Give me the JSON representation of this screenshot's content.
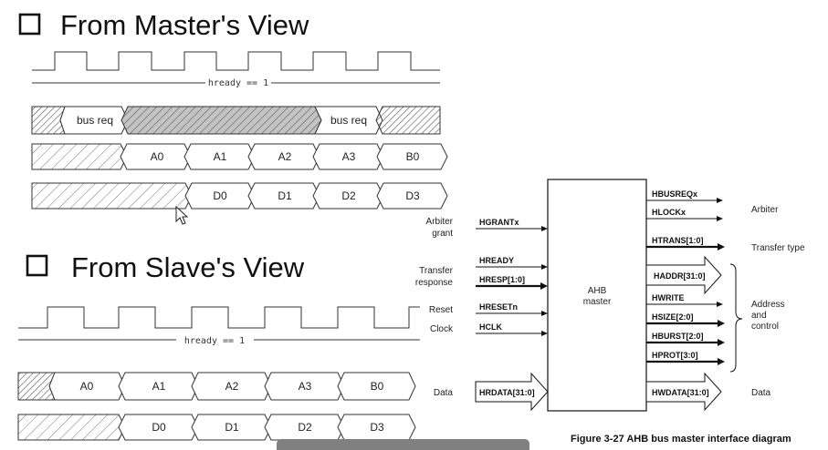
{
  "master_section": {
    "heading": "From Master's View",
    "hready_label": "hready == 1",
    "arb_lane": [
      "bus req",
      "bus req"
    ],
    "addr_lane": [
      "A0",
      "A1",
      "A2",
      "A3",
      "B0"
    ],
    "data_lane": [
      "D0",
      "D1",
      "D2",
      "D3"
    ]
  },
  "slave_section": {
    "heading": "From Slave's View",
    "hready_label": "hready == 1",
    "addr_lane": [
      "A0",
      "A1",
      "A2",
      "A3",
      "B0"
    ],
    "data_lane": [
      "D0",
      "D1",
      "D2",
      "D3"
    ]
  },
  "ahb_diagram": {
    "block_title_line1": "AHB",
    "block_title_line2": "master",
    "inputs": {
      "hgrant": "HGRANTx",
      "hready": "HREADY",
      "hresp": "HRESP[1:0]",
      "hresetn": "HRESETn",
      "hclk": "HCLK",
      "hrdata": "HRDATA[31:0]"
    },
    "outputs": {
      "hbusreq": "HBUSREQx",
      "hlock": "HLOCKx",
      "htrans": "HTRANS[1:0]",
      "haddr": "HADDR[31:0]",
      "hwrite": "HWRITE",
      "hsize": "HSIZE[2:0]",
      "hburst": "HBURST[2:0]",
      "hprot": "HPROT[3:0]",
      "hwdata": "HWDATA[31:0]"
    },
    "left_groups": {
      "arbiter_grant_1": "Arbiter",
      "arbiter_grant_2": "grant",
      "transfer_response_1": "Transfer",
      "transfer_response_2": "response",
      "reset": "Reset",
      "clock": "Clock",
      "data": "Data"
    },
    "right_groups": {
      "arbiter": "Arbiter",
      "transfer_type": "Transfer type",
      "address_and_control_1": "Address",
      "address_and_control_2": "and",
      "address_and_control_3": "control",
      "data": "Data"
    },
    "caption": "Figure 3-27 AHB bus master interface diagram"
  }
}
